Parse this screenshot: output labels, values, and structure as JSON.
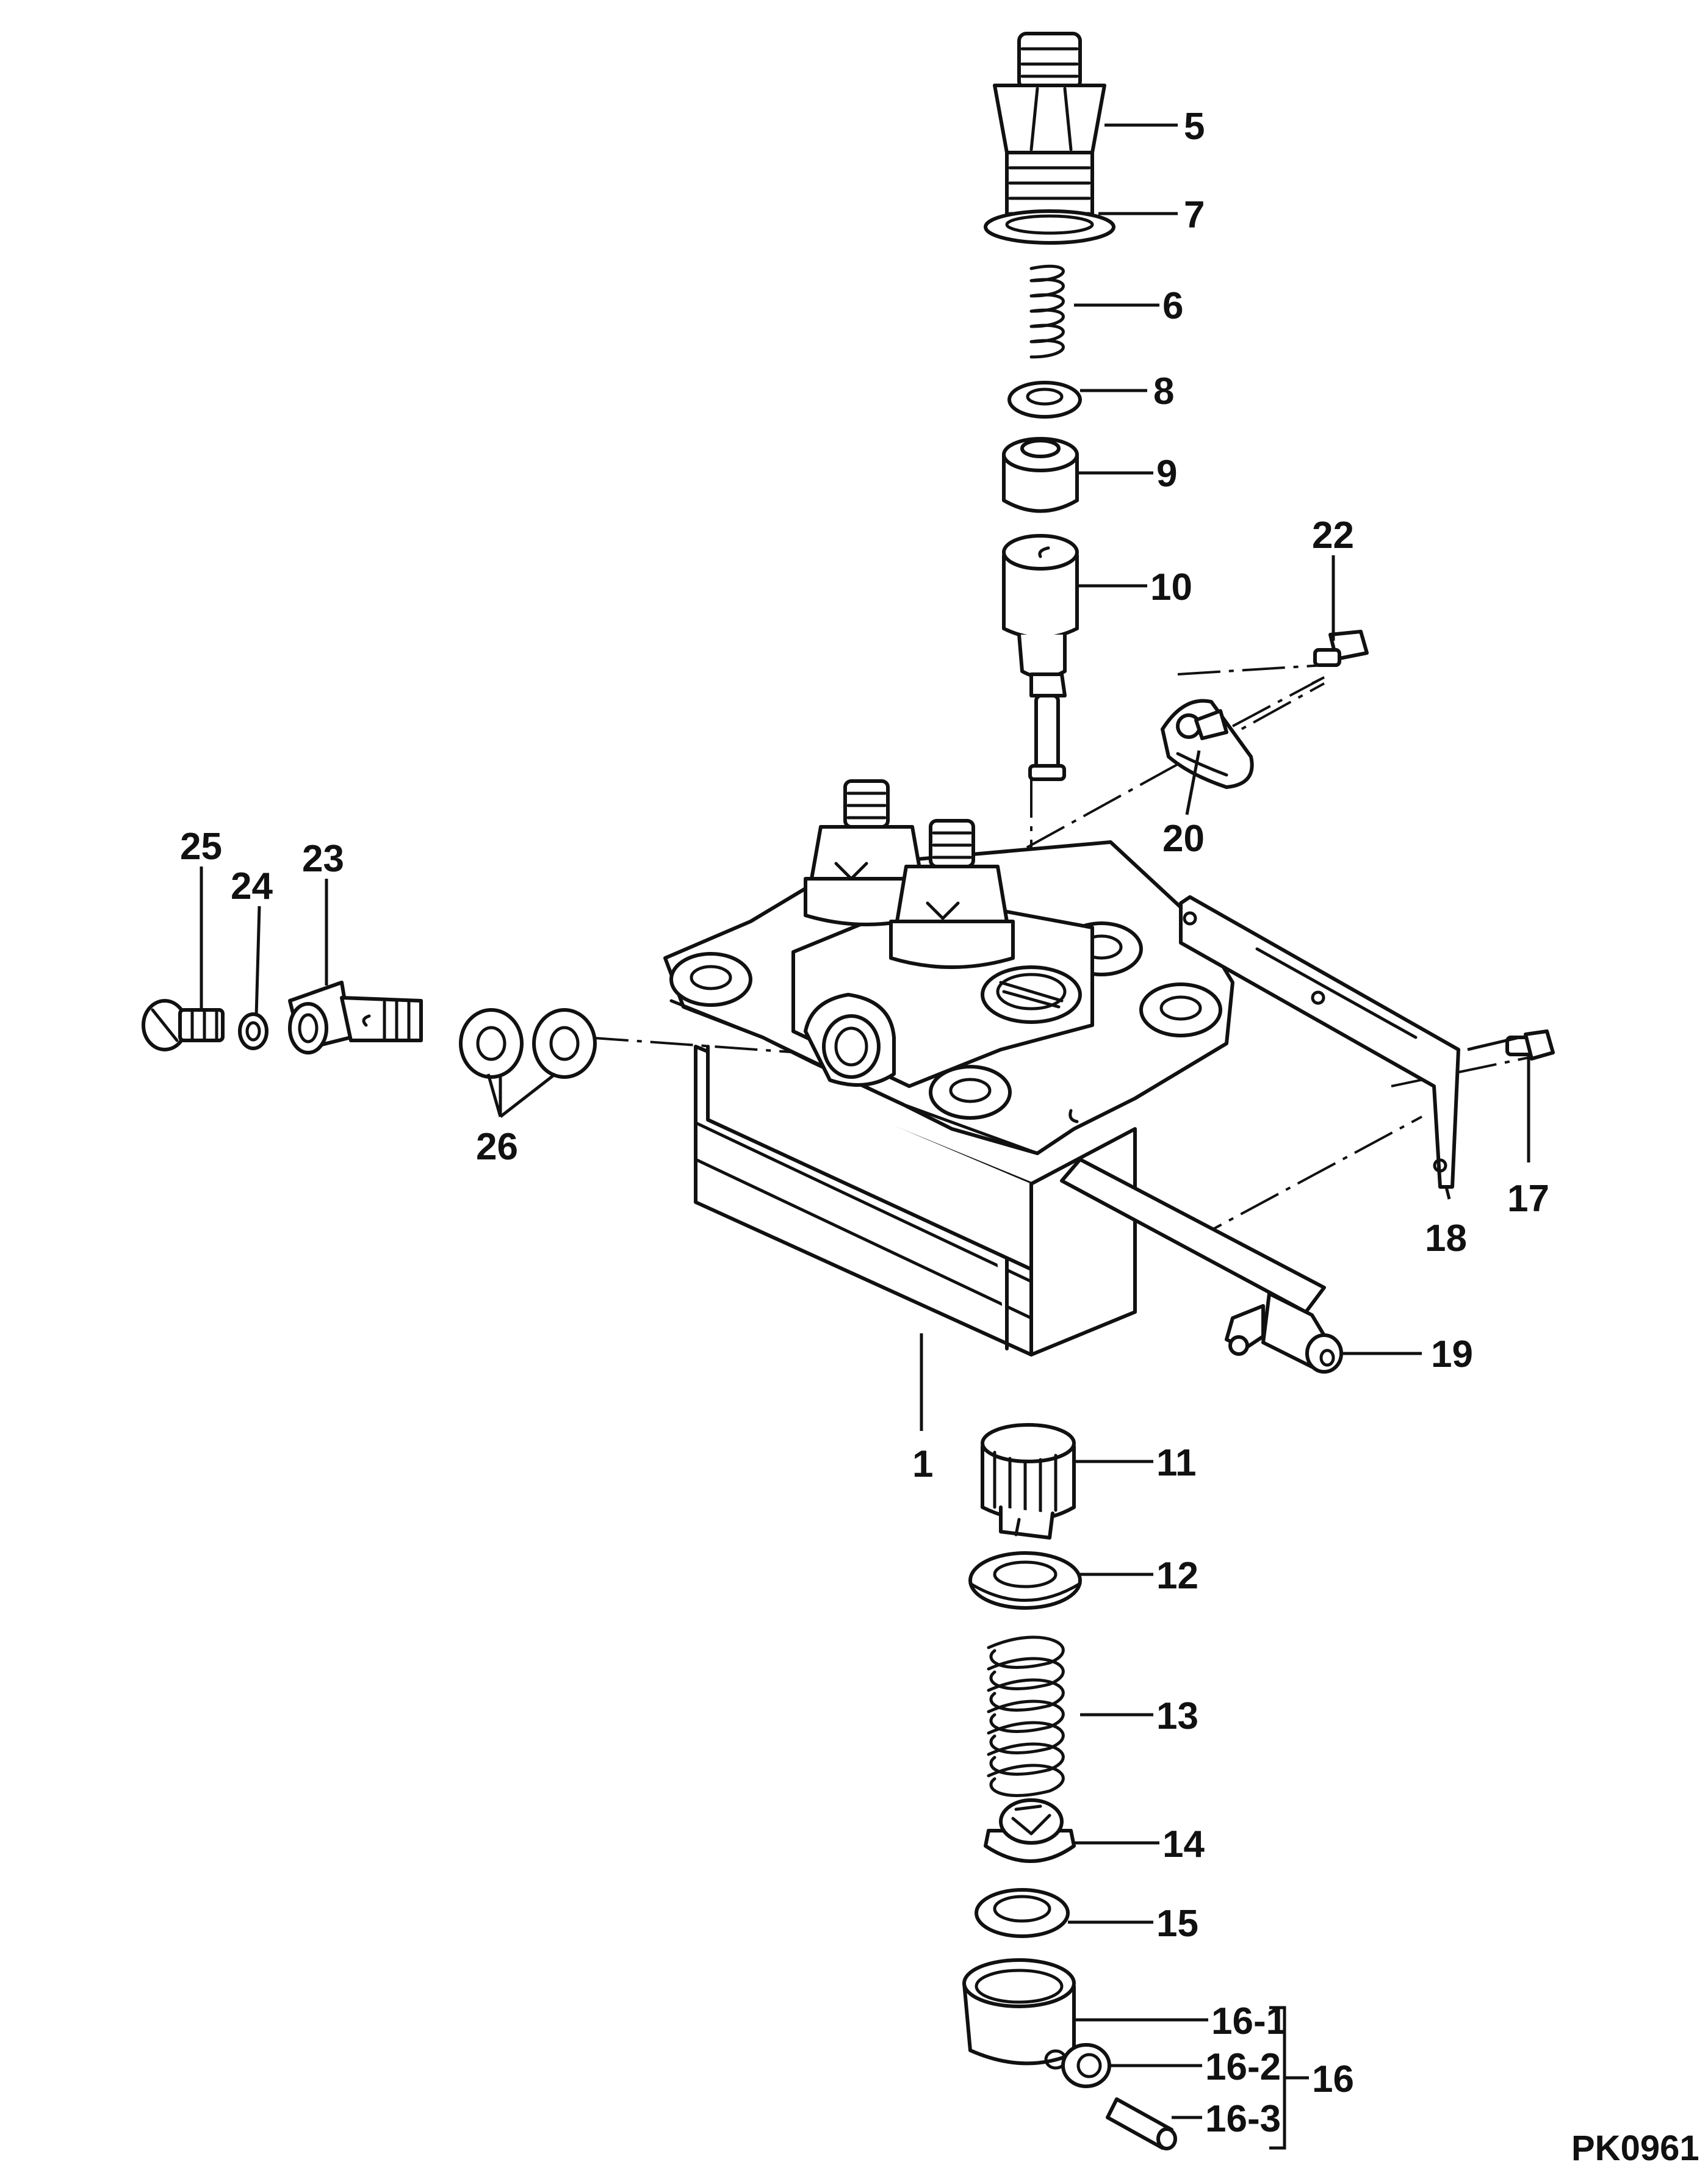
{
  "drawing_code": "PK0961",
  "labels": {
    "p1": "1",
    "p5": "5",
    "p6": "6",
    "p7": "7",
    "p8": "8",
    "p9": "9",
    "p10": "10",
    "p11": "11",
    "p12": "12",
    "p13": "13",
    "p14": "14",
    "p15": "15",
    "p16_1": "16-1",
    "p16_2": "16-2",
    "p16_3": "16-3",
    "p16": "16",
    "p17": "17",
    "p18": "18",
    "p19": "19",
    "p20": "20",
    "p22": "22",
    "p23": "23",
    "p24": "24",
    "p25": "25",
    "p26": "26"
  },
  "colors": {
    "ink": "#111111",
    "paper": "#ffffff"
  }
}
